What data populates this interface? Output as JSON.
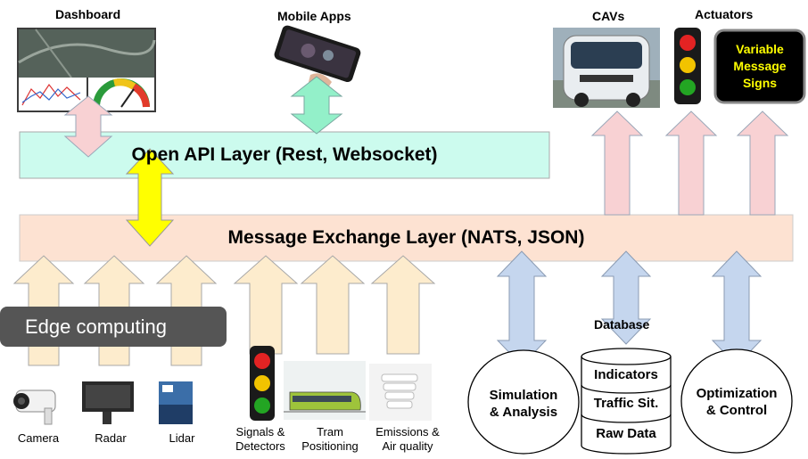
{
  "layers": {
    "api": "Open API Layer (Rest, Websocket)",
    "message": "Message Exchange Layer (NATS, JSON)",
    "edge": "Edge computing"
  },
  "top": {
    "dashboard": "Dashboard",
    "mobile_apps": "Mobile Apps",
    "cavs": "CAVs",
    "actuators": "Actuators",
    "vms_line1": "Variable",
    "vms_line2": "Message",
    "vms_line3": "Signs"
  },
  "sensors": {
    "camera": "Camera",
    "radar": "Radar",
    "lidar": "Lidar",
    "signals_line1": "Signals &",
    "signals_line2": "Detectors",
    "tram_line1": "Tram",
    "tram_line2": "Positioning",
    "emissions_line1": "Emissions &",
    "emissions_line2": "Air quality"
  },
  "services": {
    "simulation_line1": "Simulation",
    "simulation_line2": "& Analysis",
    "database": "Database",
    "indicators": "Indicators",
    "traffic": "Traffic Sit.",
    "raw": "Raw Data",
    "optimization_line1": "Optimization",
    "optimization_line2": "& Control"
  },
  "colors": {
    "api_layer": "#ccfbee",
    "message_layer": "#fde2d2",
    "sensor_arrow": "#fdeccd",
    "actuator_arrow": "#f8d1d3",
    "service_arrow": "#c5d6ee",
    "mobile_arrow": "#93f0c9",
    "api_msg_arrow": "#ffff00",
    "edge_box": "#555555"
  }
}
